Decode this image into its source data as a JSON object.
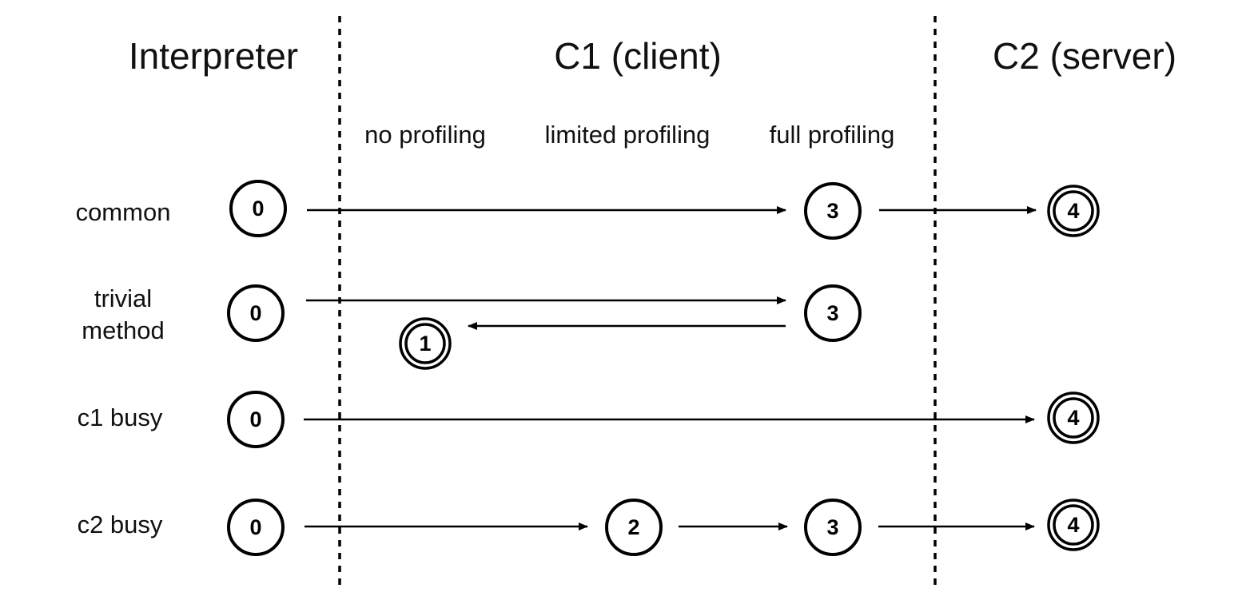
{
  "columns": {
    "interpreter": "Interpreter",
    "c1": "C1 (client)",
    "c2": "C2 (server)"
  },
  "c1_subcolumns": {
    "no_profiling": "no profiling",
    "limited_profiling": "limited profiling",
    "full_profiling": "full profiling"
  },
  "rows": {
    "common": {
      "label": "common",
      "states": [
        "0",
        "3",
        "4"
      ],
      "transitions": [
        "0→3",
        "3→4"
      ],
      "final": "4"
    },
    "trivial": {
      "label_line1": "trivial",
      "label_line2": "method",
      "states": [
        "0",
        "3",
        "1"
      ],
      "transitions": [
        "0→3",
        "3→1"
      ],
      "final": "1"
    },
    "c1_busy": {
      "label": "c1 busy",
      "states": [
        "0",
        "4"
      ],
      "transitions": [
        "0→4"
      ],
      "final": "4"
    },
    "c2_busy": {
      "label": "c2 busy",
      "states": [
        "0",
        "2",
        "3",
        "4"
      ],
      "transitions": [
        "0→2",
        "2→3",
        "3→4"
      ],
      "final": "4"
    }
  }
}
